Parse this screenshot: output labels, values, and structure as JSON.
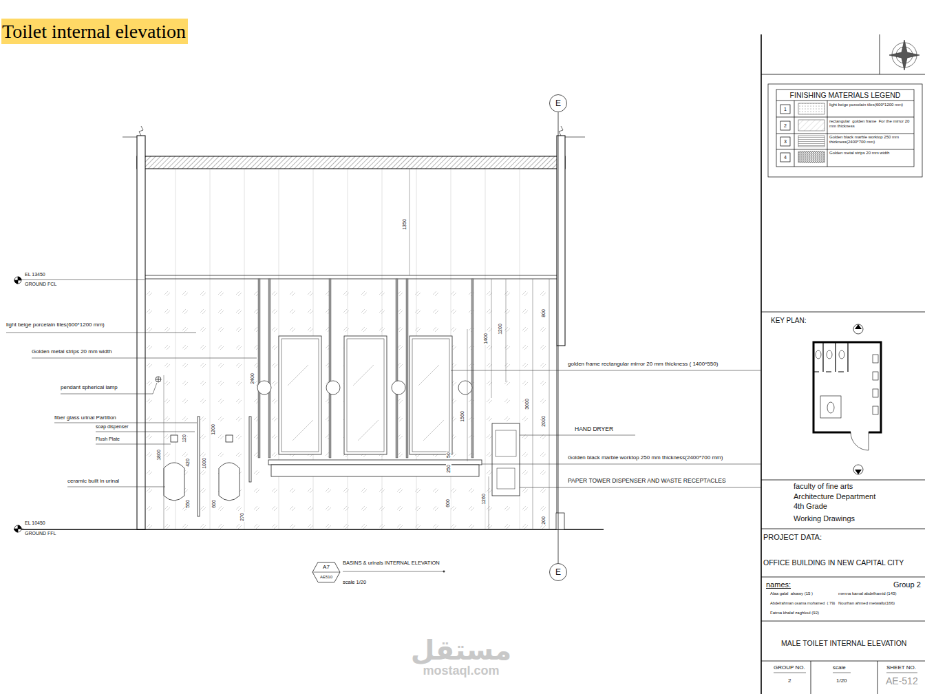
{
  "diagram": {
    "title": "Toilet internal elevation",
    "nodes": [
      {
        "text": [
          "E"
        ]
      },
      {
        "text": [
          "E"
        ]
      },
      {
        "text": [
          "A7",
          "AE510"
        ]
      }
    ],
    "edges": [
      {
        "from": 0,
        "to": 1,
        "arrow": "none"
      }
    ],
    "labels": [
      "EL 13450",
      "GROUND FCL",
      "light beige porcelain tiles(600*1200 mm)",
      "Golden metal strips 20 mm width",
      "pendant spherical lamp",
      "fiber glass urinal Partition",
      "soap dispenser",
      "Flush Plate",
      "ceramic built in urinal",
      "EL 10450",
      "GROUND FFL",
      "golden frame rectangular mirror 20 mm thickness ( 1400*550)",
      "HAND DRYER",
      "Golden black marble worktop 250 mm thickness(2400*700 mm)",
      "PAPER TOWER DISPENSER AND WASTE RECEPTACLES",
      "1350",
      "800",
      "1400",
      "1200",
      "2400",
      "1560",
      "3000",
      "2000",
      "50",
      "250",
      "1260",
      "600",
      "200",
      "1800",
      "120",
      "420",
      "1200",
      "1000",
      "550",
      "600",
      "270",
      "BASINS & urinals INTERNAL ELEVATION",
      "scale 1/20",
      "FINISHING MATERIALS LEGEND",
      "1",
      "2",
      "3",
      "4",
      "KEY PLAN:",
      "faculty of fine arts",
      "Architecture Department",
      "4th Grade",
      "Working Drawings",
      "PROJECT DATA:",
      "OFFICE BUILDING IN NEW CAPITAL CITY",
      "names:",
      "Group 2",
      "Alaa galal  alsawy (15 )",
      "menna kamal abdelhamid (143)",
      "Abdelrahman osama mohamed  ( 79)",
      "Nourhan ahmed metwally(166)",
      "Fatma khalaf zaghloul (92)",
      "MALE TOILET INTERNAL ELEVATION",
      "GROUP NO.",
      "scale",
      "SHEET NO.",
      "2",
      "1/20",
      "AE-512",
      "مستقل",
      "mostaql.com"
    ],
    "legend": [
      {
        "text": "light beige porcelain tiles(600*1200 mm)"
      },
      {
        "text": "rectangular  golden frame  For the mirror 20 mm thickness"
      },
      {
        "text": "Golden black marble worktop 250 mm thickness(2400*700 mm)"
      },
      {
        "text": "Golden metal strips 20 mm width"
      }
    ]
  }
}
